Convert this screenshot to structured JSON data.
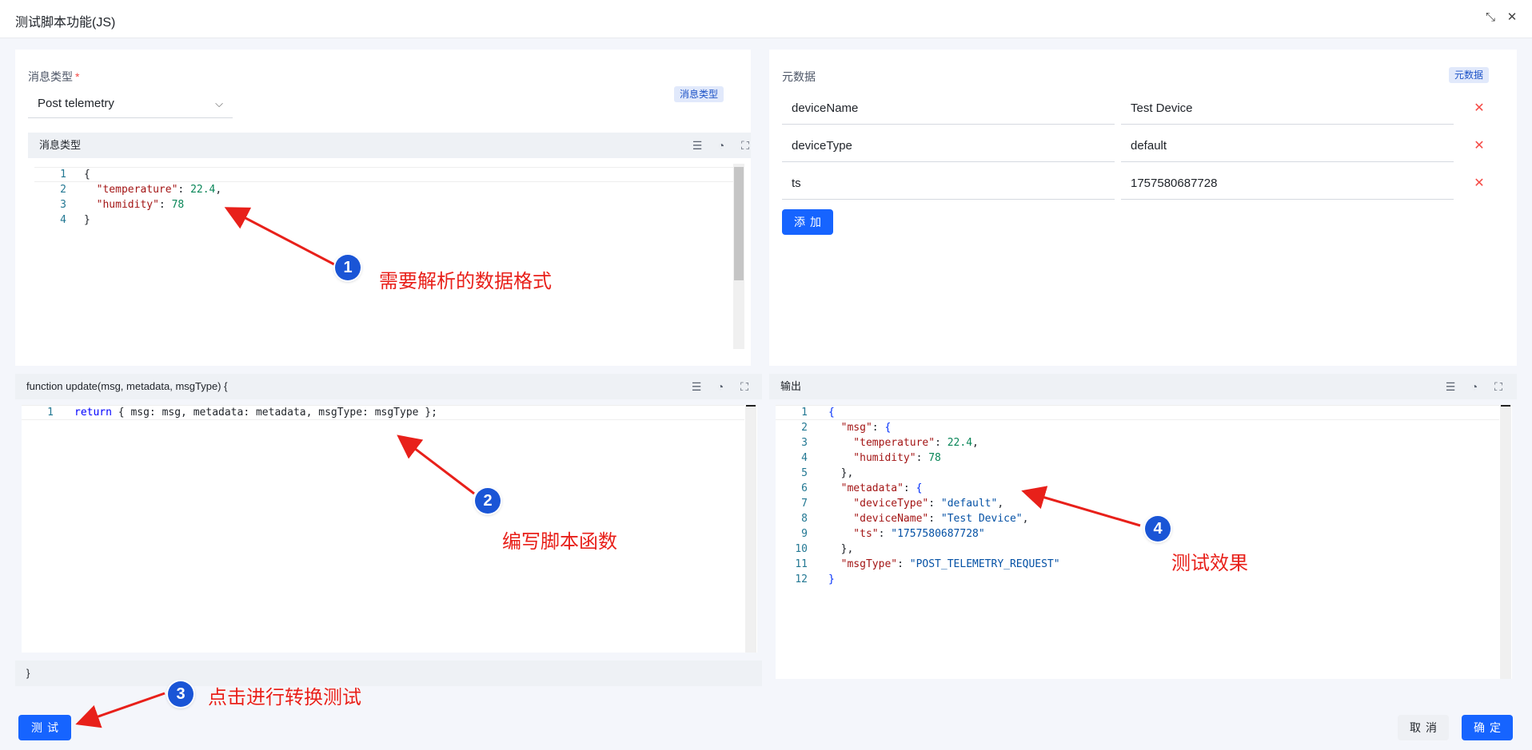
{
  "dialog": {
    "title": "测试脚本功能(JS)",
    "icons": [
      "collapse-icon",
      "close-icon"
    ]
  },
  "left_top": {
    "msg_type_label": "消息类型",
    "required_mark": "*",
    "tag": "消息类型",
    "select_value": "Post telemetry",
    "editor_title": "消息类型",
    "code_lines": [
      [
        {
          "t": "{",
          "c": "b"
        }
      ],
      [
        {
          "t": "  \"temperature\"",
          "c": "k"
        },
        {
          "t": ": ",
          "c": "b"
        },
        {
          "t": "22.4",
          "c": "n"
        },
        {
          "t": ",",
          "c": "b"
        }
      ],
      [
        {
          "t": "  \"humidity\"",
          "c": "k"
        },
        {
          "t": ": ",
          "c": "b"
        },
        {
          "t": "78",
          "c": "n"
        }
      ],
      [
        {
          "t": "}",
          "c": "b"
        }
      ]
    ]
  },
  "right_top": {
    "label": "元数据",
    "tag": "元数据",
    "rows": [
      {
        "key": "deviceName",
        "value": "Test Device"
      },
      {
        "key": "deviceType",
        "value": "default"
      },
      {
        "key": "ts",
        "value": "1757580687728"
      }
    ],
    "add_label": "添加"
  },
  "script_editor": {
    "header": "function update(msg, metadata, msgType) {",
    "footer": "}",
    "code_lines": [
      [
        {
          "t": "return",
          "c": "kw"
        },
        {
          "t": " { msg: msg, metadata: metadata, msgType: msgType };",
          "c": "b"
        }
      ]
    ]
  },
  "output": {
    "title": "输出",
    "code_lines": [
      [
        {
          "t": "{",
          "c": "p"
        }
      ],
      [
        {
          "t": "  \"msg\"",
          "c": "k"
        },
        {
          "t": ": ",
          "c": "b"
        },
        {
          "t": "{",
          "c": "p"
        }
      ],
      [
        {
          "t": "    \"temperature\"",
          "c": "k"
        },
        {
          "t": ": ",
          "c": "b"
        },
        {
          "t": "22.4",
          "c": "n"
        },
        {
          "t": ",",
          "c": "b"
        }
      ],
      [
        {
          "t": "    \"humidity\"",
          "c": "k"
        },
        {
          "t": ": ",
          "c": "b"
        },
        {
          "t": "78",
          "c": "n"
        }
      ],
      [
        {
          "t": "  },",
          "c": "b"
        }
      ],
      [
        {
          "t": "  \"metadata\"",
          "c": "k"
        },
        {
          "t": ": ",
          "c": "b"
        },
        {
          "t": "{",
          "c": "p"
        }
      ],
      [
        {
          "t": "    \"deviceType\"",
          "c": "k"
        },
        {
          "t": ": ",
          "c": "b"
        },
        {
          "t": "\"default\"",
          "c": "s"
        },
        {
          "t": ",",
          "c": "b"
        }
      ],
      [
        {
          "t": "    \"deviceName\"",
          "c": "k"
        },
        {
          "t": ": ",
          "c": "b"
        },
        {
          "t": "\"Test Device\"",
          "c": "s"
        },
        {
          "t": ",",
          "c": "b"
        }
      ],
      [
        {
          "t": "    \"ts\"",
          "c": "k"
        },
        {
          "t": ": ",
          "c": "b"
        },
        {
          "t": "\"1757580687728\"",
          "c": "s"
        }
      ],
      [
        {
          "t": "  },",
          "c": "b"
        }
      ],
      [
        {
          "t": "  \"msgType\"",
          "c": "k"
        },
        {
          "t": ": ",
          "c": "b"
        },
        {
          "t": "\"POST_TELEMETRY_REQUEST\"",
          "c": "s"
        }
      ],
      [
        {
          "t": "}",
          "c": "p"
        }
      ]
    ]
  },
  "footer": {
    "test_label": "测试",
    "cancel_label": "取消",
    "confirm_label": "确定"
  },
  "annotations": [
    {
      "num": "1",
      "text": "需要解析的数据格式"
    },
    {
      "num": "2",
      "text": "编写脚本函数"
    },
    {
      "num": "3",
      "text": "点击进行转换测试"
    },
    {
      "num": "4",
      "text": "测试效果"
    }
  ],
  "colors": {
    "primary": "#1664ff",
    "annotation": "#e8201a",
    "badge": "#1a55d6",
    "danger": "#f54a45"
  }
}
